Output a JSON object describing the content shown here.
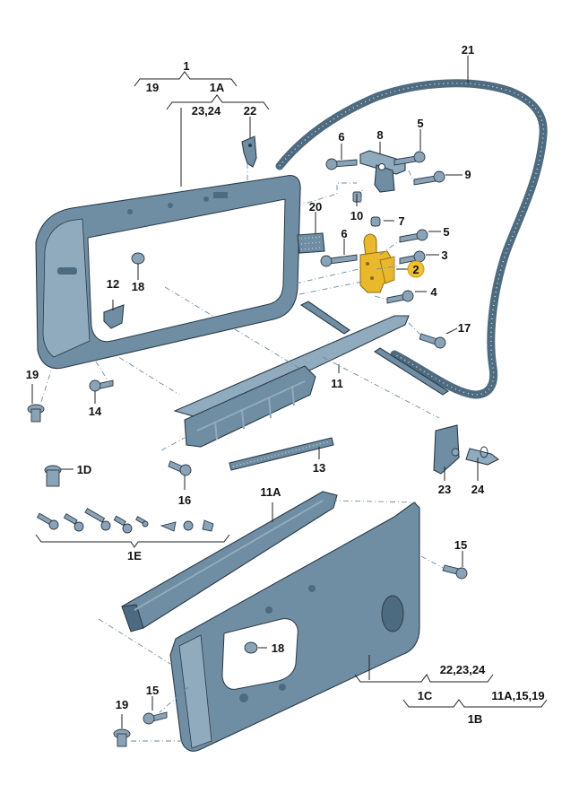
{
  "diagram": {
    "title": "Door assembly exploded parts diagram",
    "highlight_color": "#f2c12e",
    "part_color": "#6f8ea3",
    "highlighted_part": "2",
    "callouts": {
      "c1": "1",
      "c19_top": "19",
      "c1A": "1A",
      "c23_24": "23,24",
      "c22": "22",
      "c21": "21",
      "c6_top": "6",
      "c8": "8",
      "c5_top": "5",
      "c9": "9",
      "c10": "10",
      "c20": "20",
      "c7": "7",
      "c5_mid": "5",
      "c6_mid": "6",
      "c3": "3",
      "c2": "2",
      "c4": "4",
      "c18_top": "18",
      "c12": "12",
      "c17": "17",
      "c11": "11",
      "c19_left": "19",
      "c14": "14",
      "c13": "13",
      "c1D": "1D",
      "c16": "16",
      "c23": "23",
      "c24": "24",
      "c11A": "11A",
      "c1E": "1E",
      "c15_right": "15",
      "c18_bottom": "18",
      "c22_23_24": "22,23,24",
      "c1C": "1C",
      "c11A_15_19": "11A,15,19",
      "c1B": "1B",
      "c19_bottom": "19",
      "c15_left": "15"
    }
  }
}
